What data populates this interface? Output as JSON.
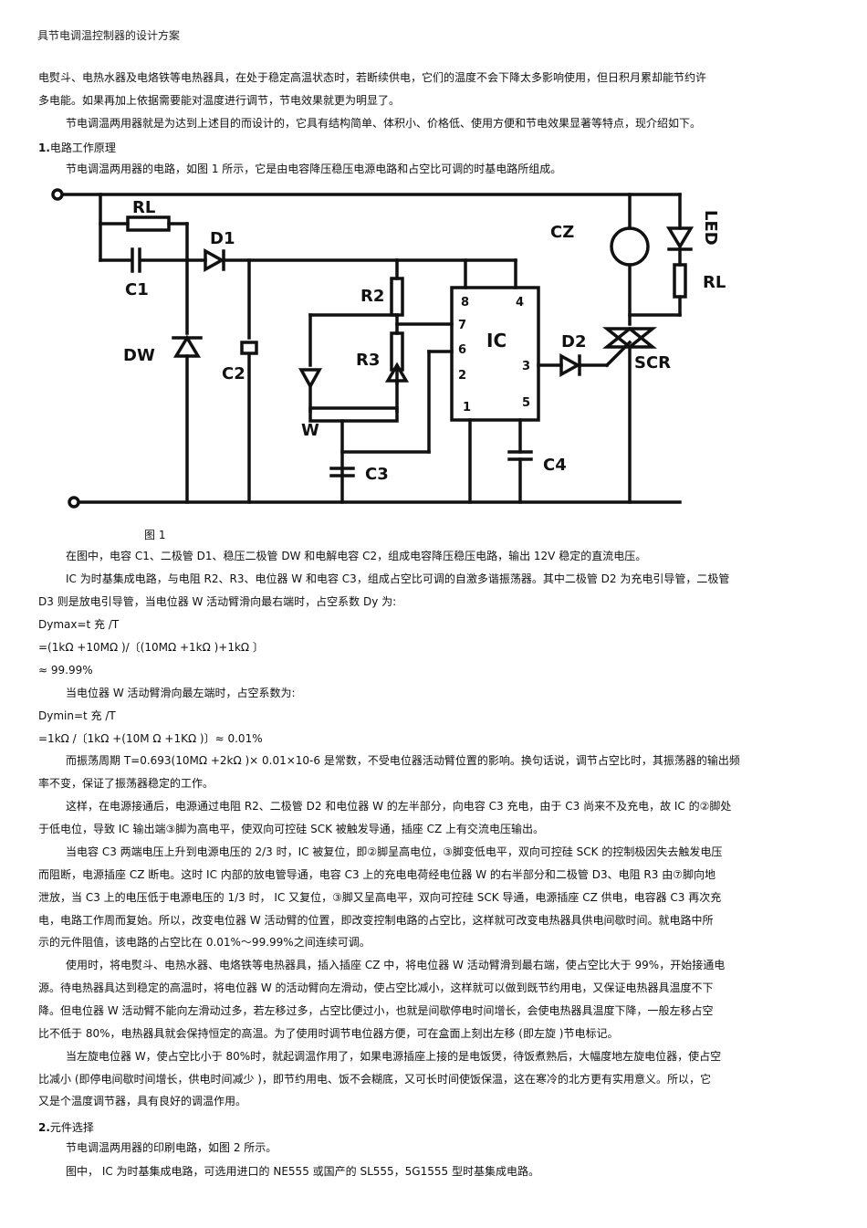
{
  "header": {
    "title": "具节电调温控制器的设计方案"
  },
  "paragraphs": {
    "p1a": "电熨斗、电热水器及电烙铁等电热器具，在处于稳定高温状态时，若断续供电，它们的温度不会下降太多影响使用，但日积月累却能节约许",
    "p1b": "多电能。如果再加上依据需要能对温度进行调节，节电效果就更为明显了。",
    "p2": "节电调温两用器就是为达到上述目的而设计的，它具有结构简单、体积小、价格低、使用方便和节电效果显著等特点，现介绍如下。",
    "s1_num": "1.",
    "s1_title": "电路工作原理",
    "p3": "节电调温两用器的电路，如图 1 所示，它是由电容降压稳压电源电路和占空比可调的时基电路所组成。",
    "fig_caption": "图 1",
    "p4": "在图中，电容   C1、二极管   D1、稳压二极管    DW 和电解电容   C2，组成电容降压稳压电路，输出       12V 稳定的直流电压。",
    "p5a": "IC 为时基集成电路，与电阻     R2、R3、电位器  W 和电容  C3，组成占空比可调的自激多谐振荡器。其中二极管          D2 为充电引导管，二极管",
    "p5b": "D3 则是放电引导管，当电位器       W 活动臂滑向最右端时，占空系数         Dy 为:",
    "f1": "Dymax=t  充 /T",
    "f2": "=(1kΩ +10MΩ )/〔(10MΩ +1kΩ )+1kΩ 〕",
    "f3": "≈ 99.99%",
    "p6": "当电位器   W 活动臂滑向最左端时，占空系数为:",
    "f4": "Dymin=t  充 /T",
    "f5": "=1kΩ /〔1kΩ +(10M Ω +1KΩ )〕≈ 0.01%",
    "p7a": "而振荡周期     T=0.693(10MΩ +2kΩ )× 0.01×10-6  是常数，不受电位器活动臂位置的影响。换句话说，调节占空比时，其振荡器的输出频",
    "p7b": "率不变，保证了振荡器稳定的工作。",
    "p8a": "这样，在电源接通后，电源通过电阻       R2、二极管  D2 和电位器  W 的左半部分，向电容     C3 充电，由于    C3 尚来不及充电，故    IC 的②脚处",
    "p8b": "于低电位，导致     IC 输出端③脚为高电平，使双向可控硅        SCK 被触发导通，插座   CZ 上有交流电压输出。",
    "p9a": "当电容  C3 两端电压上升到电源电压的       2/3 时，IC 被复位，即②脚呈高电位，③脚变低电平，双向可控硅           SCK 的控制极因失去触发电压",
    "p9b": "而阻断，电源插座      CZ 断电。这时    IC 内部的放电管导通，电容       C3 上的充电电荷经电位器       W 的右半部分和二极管       D3、电阻  R3 由⑦脚向地",
    "p9c": "泄放，当   C3 上的电压低于电源电压的       1/3 时，  IC 又复位，③脚又呈高电平，双向可控硅          SCK 导通，电源插座    CZ 供电，电容器    C3 再次充",
    "p9d": "电，电路工作周而复始。所以，改变电位器           W 活动臂的位置，即改变控制电路的占空比，这样就可改变电热器具供电间歇时间。就电路中所",
    "p9e": "示的元件阻值，该电路的占空比在         0.01%～99.99%之间连续可调。",
    "p10a": "使用时，将电熨斗、电热水器、电烙铁等电热器具，插入插座            CZ 中，将电位器   W 活动臂滑到最右端，使占空比大于        99%，开始接通电",
    "p10b": "源。待电热器具达到稳定的高温时，将电位器          W 的活动臂向左滑动，使占空比减小，这样就可以做到既节约用电，又保证电热器具温度不下",
    "p10c": "降。但电位器    W 活动臂不能向左滑动过多，若左移过多，占空比便过小，也就是间歇停电时间增长，会使电热器具温度下降，一般左移占空",
    "p10d": "比不低于   80%，电热器具就会保持恒定的高温。为了使用时调节电位器方便，可在盒面上刻出左移                (即左旋 )节电标记。",
    "p11a": "当左旋电位器    W，使占空比小于     80%时，就起调温作用了，如果电源插座上接的是电饭煲，待饭煮熟后，大幅度地左旋电位器，使占空",
    "p11b": "比减小 (即停电间歇时间增长，供电时间减少         )，即节约用电、饭不会糊底，又可长时间使饭保温，这在寒冷的北方更有实用意义。所以，它",
    "p11c": "又是个温度调节器，具有良好的调温作用。",
    "s2_num": "2.",
    "s2_title": "元件选择",
    "p12": "节电调温两用器的印刷电路，如图 2 所示。",
    "p13": "图中，  IC 为时基集成电路，可选用进口的        NE555 或国产的   SL555，5G1555 型时基集成电路。"
  },
  "figure": {
    "labels": {
      "rl_top": "RL",
      "d1": "D1",
      "c1": "C1",
      "dw": "DW",
      "c2": "C2",
      "r2": "R2",
      "r3": "R3",
      "ic": "IC",
      "pin8": "8",
      "pin4": "4",
      "pin7": "7",
      "pin6": "6",
      "pin2": "2",
      "pin1": "1",
      "pin3": "3",
      "pin5": "5",
      "w": "W",
      "c3": "C3",
      "c4": "C4",
      "d2": "D2",
      "scr": "SCR",
      "cz": "CZ",
      "led": "LED",
      "rl_right": "RL"
    }
  }
}
